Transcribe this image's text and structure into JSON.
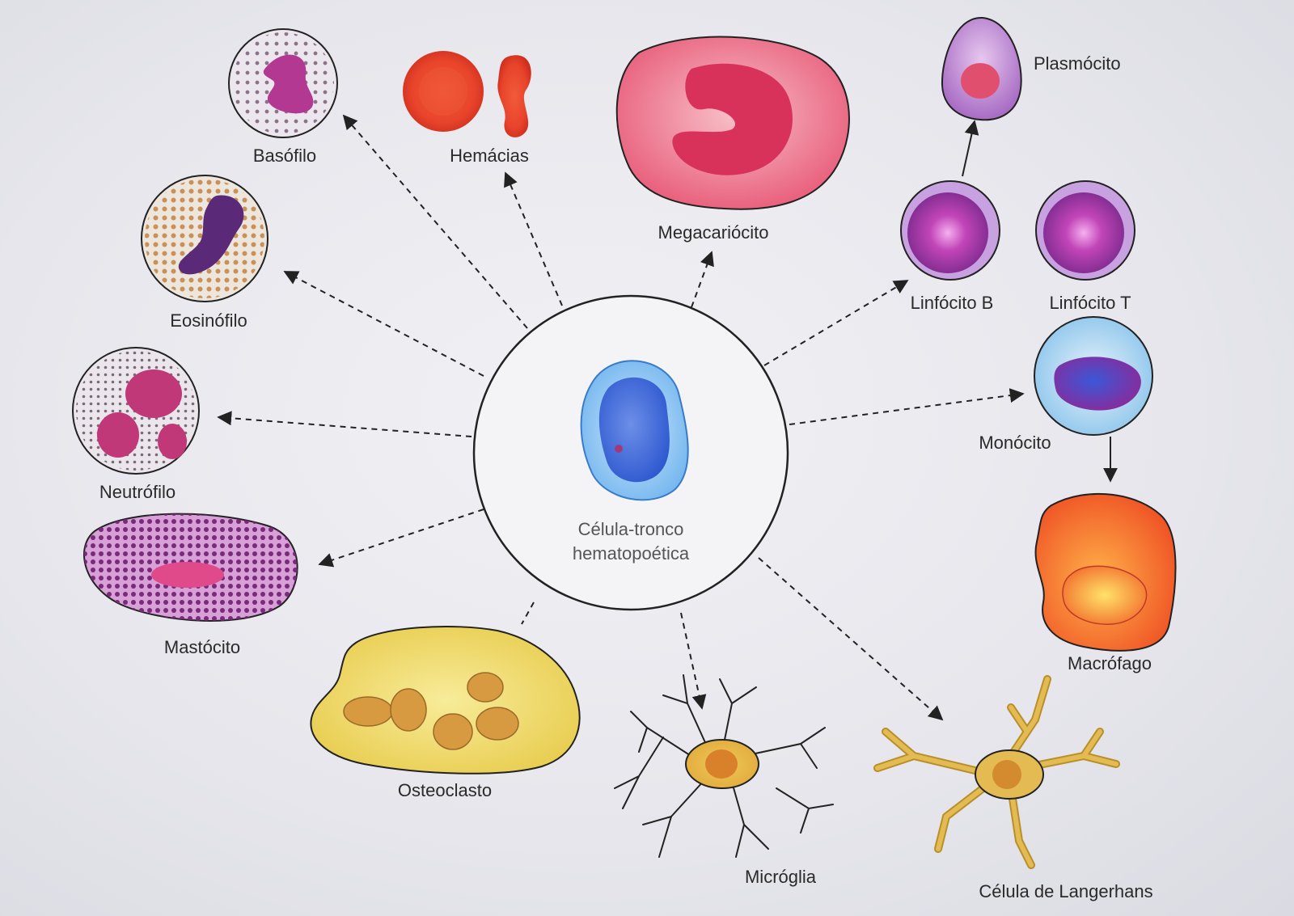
{
  "center": {
    "line1": "Célula-tronco",
    "line2": "hematopoética"
  },
  "cells": {
    "basofilo": "Basófilo",
    "hemacias": "Hemácias",
    "megacariocito": "Megacariócito",
    "plasmocito": "Plasmócito",
    "linfocito_b": "Linfócito B",
    "linfocito_t": "Linfócito T",
    "eosinofilo": "Eosinófilo",
    "neutrofilo": "Neutrófilo",
    "monocito": "Monócito",
    "mastocito": "Mastócito",
    "macrofago": "Macrófago",
    "osteoclasto": "Osteoclasto",
    "microglia": "Micróglia",
    "langerhans": "Célula de Langerhans"
  },
  "colors": {
    "stem_cell": "#6fb4ee",
    "erythrocyte": "#e8442b",
    "megakaryocyte": "#e85a78",
    "lymphocyte": "#a24ab8",
    "macrophage": "#f0642a",
    "osteoclast": "#f2dc72",
    "microglia": "#e8bb48"
  }
}
